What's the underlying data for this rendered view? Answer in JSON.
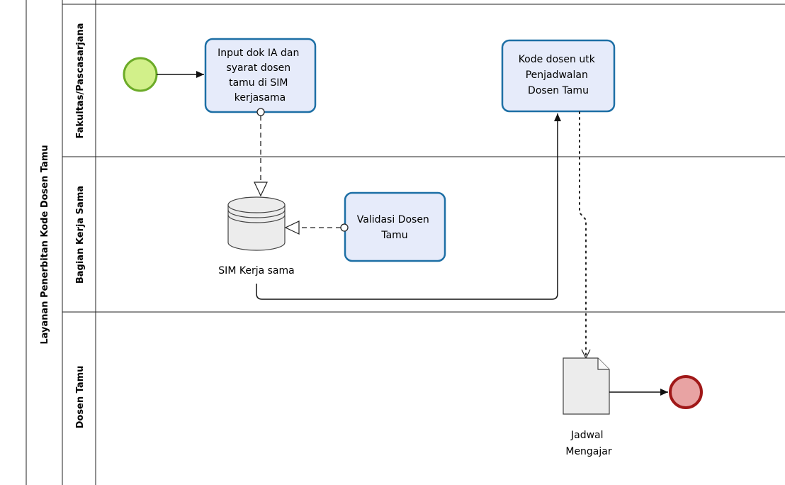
{
  "pool": {
    "label": "Layanan Penerbitan Kode Dosen Tamu"
  },
  "lanes": [
    {
      "label": "Fakultas/Pascasarjana"
    },
    {
      "label": "Bagian Kerja Sama"
    },
    {
      "label": "Dosen Tamu"
    }
  ],
  "tasks": {
    "input": {
      "lines": [
        "Input dok IA dan",
        "syarat dosen",
        "tamu di SIM",
        "kerjasama"
      ]
    },
    "kode": {
      "lines": [
        "Kode dosen utk",
        "Penjadwalan",
        "Dosen Tamu"
      ]
    },
    "validasi": {
      "lines": [
        "Validasi Dosen",
        "Tamu"
      ]
    }
  },
  "datastore": {
    "label": "SIM Kerja sama"
  },
  "document": {
    "lines": [
      "Jadwal",
      "Mengajar"
    ]
  },
  "colors": {
    "task_fill": "#e6ebfa",
    "task_stroke": "#1d6fa5",
    "start_fill": "#d2f08a",
    "start_stroke": "#6cab28",
    "end_fill": "#e8a3a3",
    "end_stroke": "#a01818"
  }
}
